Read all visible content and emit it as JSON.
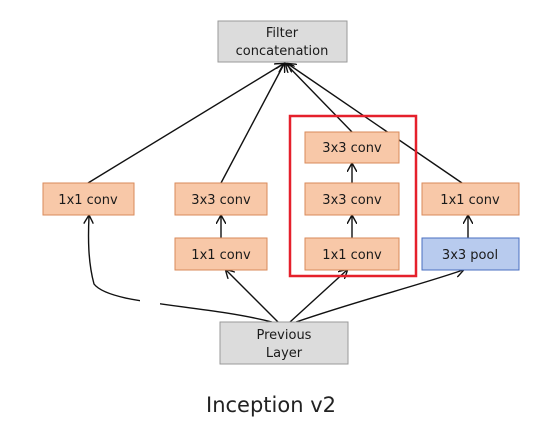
{
  "caption": "Inception v2",
  "colors": {
    "conv_fill": "#f8c8a8",
    "conv_stroke": "#d98a5a",
    "pool_fill": "#b8cbee",
    "pool_stroke": "#4a6fc0",
    "gray_fill": "#dcdcdc",
    "gray_stroke": "#9a9a9a",
    "highlight": "#e5202b",
    "arrow": "#111111"
  },
  "nodes": {
    "filter_concat": [
      "Filter",
      "concatenation"
    ],
    "b1_conv1x1": "1x1 conv",
    "b2_conv3x3": "3x3 conv",
    "b2_conv1x1": "1x1 conv",
    "b3_conv3x3_top": "3x3 conv",
    "b3_conv3x3_mid": "3x3 conv",
    "b3_conv1x1": "1x1 conv",
    "b4_conv1x1": "1x1 conv",
    "b4_pool3x3": "3x3 pool",
    "previous_layer": [
      "Previous",
      "Layer"
    ]
  }
}
